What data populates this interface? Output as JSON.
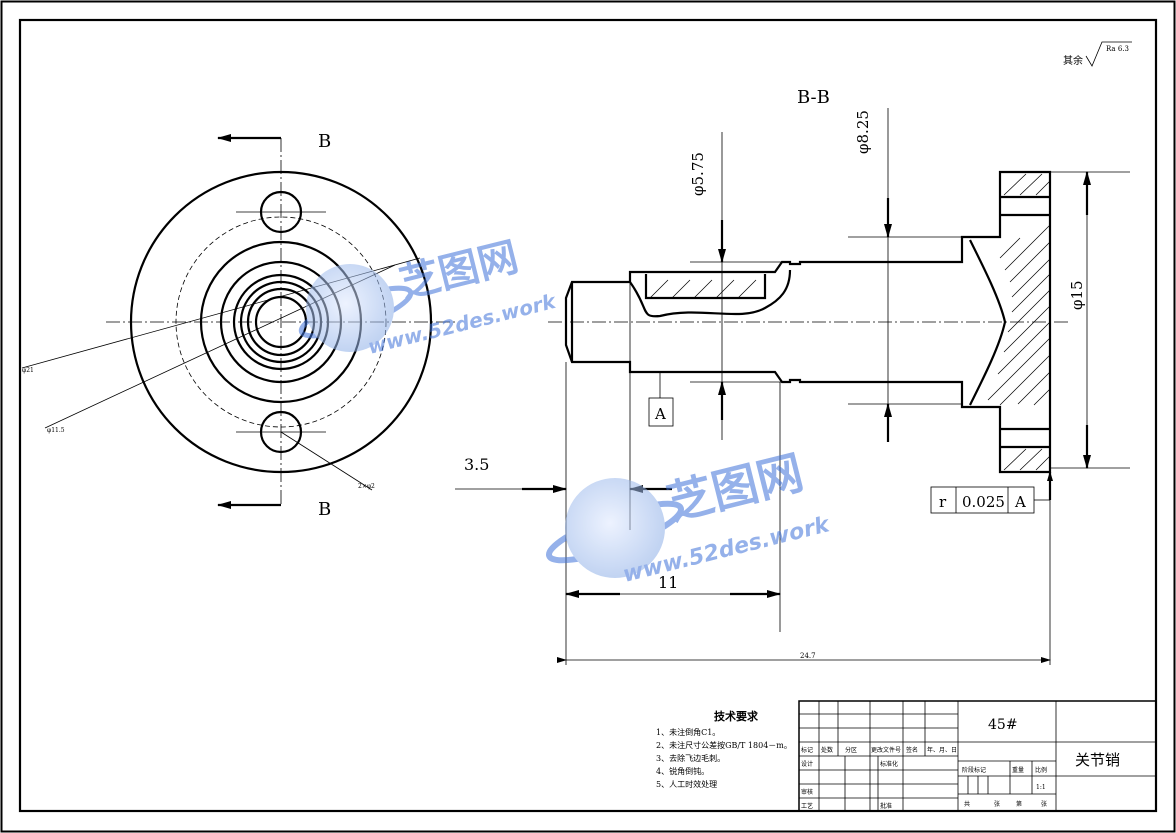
{
  "sheet": {
    "roughness_prefix": "其余",
    "roughness_value": "Ra 6.3"
  },
  "section_labels": {
    "view_top": "B",
    "view_bottom": "B",
    "section_title": "B-B"
  },
  "dimensions": {
    "d_575": "φ5.75",
    "d_825": "φ8.25",
    "d_15": "φ15",
    "len_35": "3.5",
    "len_11": "11",
    "len_247": "24.7",
    "front_d1": "φ21",
    "front_d2": "φ11.5",
    "front_d3": "2×φ2"
  },
  "datum": {
    "label": "A",
    "tolerance_symbol": "r",
    "tolerance_value": "0.025",
    "tolerance_ref": "A"
  },
  "watermark": {
    "brand": "芝图网",
    "url": "www.52des.work"
  },
  "tech_requirements": {
    "title": "技术要求",
    "items": [
      "1、未注倒角C1。",
      "2、未注尺寸公差按GB/T 1804－m。",
      "3、去除飞边毛刺。",
      "4、锐角倒钝。",
      "5、人工时效处理"
    ]
  },
  "title_block": {
    "material": "45#",
    "part_name": "关节销",
    "header_cells": [
      "标记",
      "处数",
      "分区",
      "更改文件号",
      "签名",
      "年、月、日"
    ],
    "row_design": "设计",
    "row_standard": "标准化",
    "row_review": "审核",
    "row_process": "工艺",
    "row_approve": "批准",
    "stage_labels": [
      "阶段标记",
      "重量",
      "比例"
    ],
    "scale": "1:1",
    "sheet_info": [
      "共",
      "张",
      "第",
      "张"
    ]
  }
}
